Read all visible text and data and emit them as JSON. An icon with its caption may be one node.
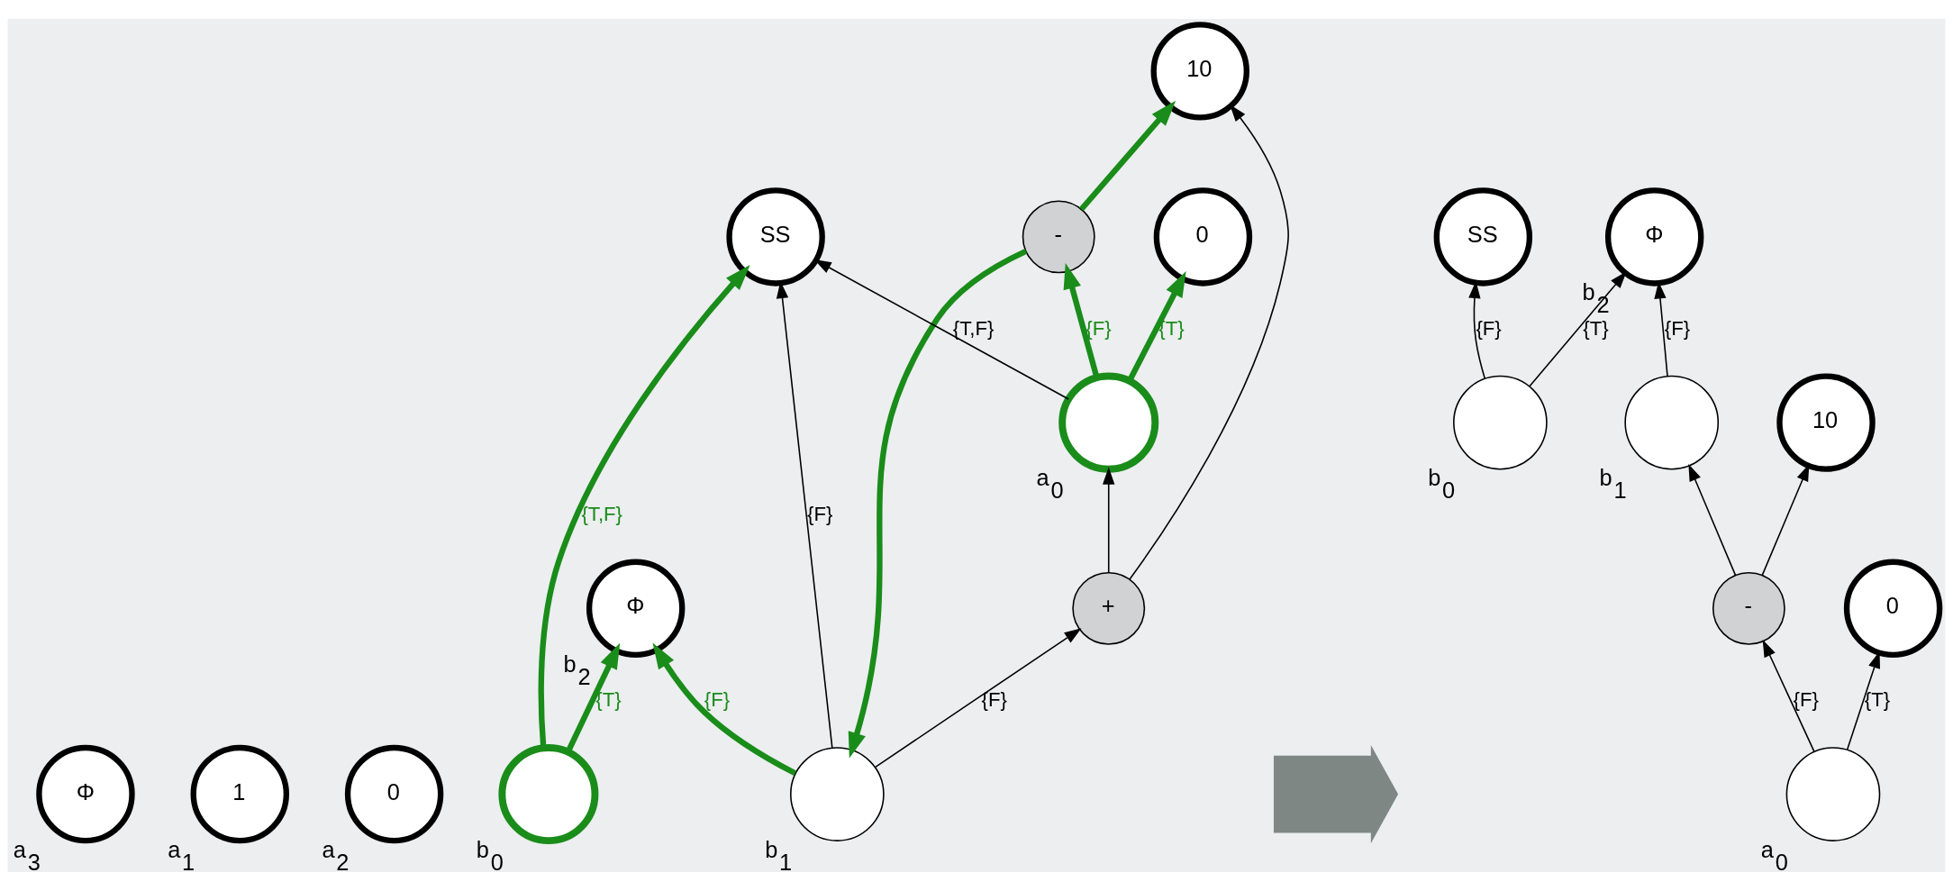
{
  "diagram": {
    "nodes": [
      {
        "text": [
          "Φ"
        ],
        "beside": [
          "a$_{3}$"
        ]
      },
      {
        "text": [
          "1"
        ],
        "beside": [
          "a$_{1}$"
        ]
      },
      {
        "text": [
          "0"
        ],
        "beside": [
          "a$_{2}$"
        ]
      },
      {
        "text": [],
        "shape": "circle",
        "beside": [
          "b$_{0}$"
        ]
      },
      {
        "text": [
          "SS"
        ]
      },
      {
        "text": [
          "Φ"
        ],
        "beside": [
          "b$_{2}$"
        ]
      },
      {
        "text": [],
        "shape": "circle",
        "beside": [
          "b$_{1}$"
        ]
      },
      {
        "text": [
          "-"
        ]
      },
      {
        "text": [
          "+"
        ]
      },
      {
        "text": [
          "0"
        ]
      },
      {
        "text": [],
        "shape": "circle",
        "beside": [
          "a$_{0}$"
        ]
      },
      {
        "text": [
          "10"
        ]
      },
      {
        "text": [],
        "shape": "arrow"
      },
      {
        "text": [],
        "shape": "circle",
        "beside": [
          "b$_{0}$"
        ]
      },
      {
        "text": [
          "SS"
        ]
      },
      {
        "text": [
          "Φ"
        ],
        "beside": [
          "b$_{2}$"
        ]
      },
      {
        "text": [],
        "shape": "circle",
        "beside": [
          "b$_{1}$"
        ]
      },
      {
        "text": [
          "-"
        ]
      },
      {
        "text": [
          "0"
        ]
      },
      {
        "text": [],
        "shape": "circle",
        "beside": [
          "a$_{0}$"
        ]
      },
      {
        "text": [
          "10"
        ]
      }
    ],
    "edges": [
      {
        "from": 3,
        "to": 4,
        "arrow": "to",
        "label": "{T,F}",
        "style": "thick",
        "color": "#1a8c1a"
      },
      {
        "from": 3,
        "to": 5,
        "arrow": "to",
        "label": "{T}",
        "style": "thick",
        "color": "#1a8c1a"
      },
      {
        "from": 6,
        "to": 4,
        "arrow": "to",
        "label": "{F}"
      },
      {
        "from": 6,
        "to": 5,
        "arrow": "to",
        "label": "{F}",
        "style": "thick",
        "color": "#1a8c1a"
      },
      {
        "from": 6,
        "to": 8,
        "arrow": "to",
        "label": "{F}"
      },
      {
        "from": 7,
        "to": 6,
        "arrow": "to",
        "style": "thick",
        "color": "#1a8c1a"
      },
      {
        "from": 7,
        "to": 11,
        "arrow": "to",
        "style": "thick",
        "color": "#1a8c1a"
      },
      {
        "from": 8,
        "to": 10,
        "arrow": "to"
      },
      {
        "from": 8,
        "to": 11,
        "arrow": "to"
      },
      {
        "from": 10,
        "to": 4,
        "arrow": "to",
        "label": "{T,F}"
      },
      {
        "from": 10,
        "to": 7,
        "arrow": "to",
        "label": "{F}",
        "style": "thick",
        "color": "#1a8c1a"
      },
      {
        "from": 10,
        "to": 9,
        "arrow": "to",
        "label": "{T}",
        "style": "thick",
        "color": "#1a8c1a"
      },
      {
        "from": 13,
        "to": 14,
        "arrow": "to",
        "label": "{F}"
      },
      {
        "from": 13,
        "to": 15,
        "arrow": "to",
        "label": "{T}"
      },
      {
        "from": 16,
        "to": 15,
        "arrow": "to",
        "label": "{F}"
      },
      {
        "from": 17,
        "to": 16,
        "arrow": "to"
      },
      {
        "from": 17,
        "to": 20,
        "arrow": "to"
      },
      {
        "from": 19,
        "to": 17,
        "arrow": "to",
        "label": "{F}"
      },
      {
        "from": 19,
        "to": 18,
        "arrow": "to",
        "label": "{T}"
      }
    ]
  }
}
